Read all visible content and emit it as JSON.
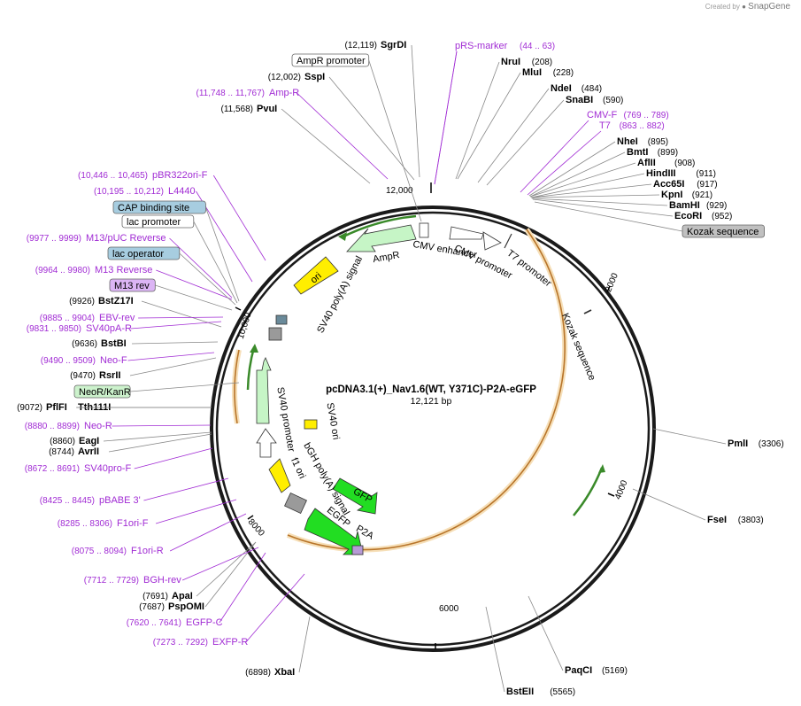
{
  "brand": {
    "created_by": "Created by",
    "name": "SnapGene"
  },
  "plasmid": {
    "name": "pcDNA3.1(+)_Nav1.6(WT, Y371C)-P2A-eGFP",
    "length": "12,121 bp"
  },
  "ticks": [
    "2000",
    "4000",
    "6000",
    "8000",
    "10,000",
    "12,000"
  ],
  "enzymes": [
    {
      "name": "SgrDI",
      "pos": "(12,119)"
    },
    {
      "name": "SspI",
      "pos": "(12,002)"
    },
    {
      "name": "PvuI",
      "pos": "(11,568)"
    },
    {
      "name": "NruI",
      "pos": "(208)"
    },
    {
      "name": "MluI",
      "pos": "(228)"
    },
    {
      "name": "NdeI",
      "pos": "(484)"
    },
    {
      "name": "SnaBI",
      "pos": "(590)"
    },
    {
      "name": "NheI",
      "pos": "(895)"
    },
    {
      "name": "BmtI",
      "pos": "(899)"
    },
    {
      "name": "AflII",
      "pos": "(908)"
    },
    {
      "name": "HindIII",
      "pos": "(911)"
    },
    {
      "name": "Acc65I",
      "pos": "(917)"
    },
    {
      "name": "KpnI",
      "pos": "(921)"
    },
    {
      "name": "BamHI",
      "pos": "(929)"
    },
    {
      "name": "EcoRI",
      "pos": "(952)"
    },
    {
      "name": "PmlI",
      "pos": "(3306)"
    },
    {
      "name": "FseI",
      "pos": "(3803)"
    },
    {
      "name": "PaqCI",
      "pos": "(5169)"
    },
    {
      "name": "BstEII",
      "pos": "(5565)"
    },
    {
      "name": "XbaI",
      "pos": "(6898)"
    },
    {
      "name": "PspOMI",
      "pos": "(7687)"
    },
    {
      "name": "ApaI",
      "pos": "(7691)"
    },
    {
      "name": "AvrII",
      "pos": "(8744)"
    },
    {
      "name": "EagI",
      "pos": "(8860)"
    },
    {
      "name": "PflFI",
      "pos": "(9072)"
    },
    {
      "name": "Tth111I",
      "pos": ""
    },
    {
      "name": "RsrII",
      "pos": "(9470)"
    },
    {
      "name": "BstBI",
      "pos": "(9636)"
    },
    {
      "name": "BstZ17I",
      "pos": "(9926)"
    }
  ],
  "primers": [
    {
      "name": "pRS-marker",
      "pos": "(44 .. 63)"
    },
    {
      "name": "CMV-F",
      "pos": "(769 .. 789)"
    },
    {
      "name": "T7",
      "pos": "(863 .. 882)"
    },
    {
      "name": "Amp-R",
      "pos": "(11,748 .. 11,767)"
    },
    {
      "name": "pBR322ori-F",
      "pos": "(10,446 .. 10,465)"
    },
    {
      "name": "L4440",
      "pos": "(10,195 .. 10,212)"
    },
    {
      "name": "M13/pUC Reverse",
      "pos": "(9977 .. 9999)"
    },
    {
      "name": "M13 Reverse",
      "pos": "(9964 .. 9980)"
    },
    {
      "name": "EBV-rev",
      "pos": "(9885 .. 9904)"
    },
    {
      "name": "SV40pA-R",
      "pos": "(9831 .. 9850)"
    },
    {
      "name": "Neo-F",
      "pos": "(9490 .. 9509)"
    },
    {
      "name": "Neo-R",
      "pos": "(8880 .. 8899)"
    },
    {
      "name": "SV40pro-F",
      "pos": "(8672 .. 8691)"
    },
    {
      "name": "pBABE 3'",
      "pos": "(8425 .. 8445)"
    },
    {
      "name": "F1ori-F",
      "pos": "(8285 .. 8306)"
    },
    {
      "name": "F1ori-R",
      "pos": "(8075 .. 8094)"
    },
    {
      "name": "BGH-rev",
      "pos": "(7712 .. 7729)"
    },
    {
      "name": "EGFP-C",
      "pos": "(7620 .. 7641)"
    },
    {
      "name": "EXFP-R",
      "pos": "(7273 .. 7292)"
    }
  ],
  "boxed_labels": [
    {
      "text": "AmpR promoter"
    },
    {
      "text": "Kozak sequence"
    },
    {
      "text": "CAP binding site"
    },
    {
      "text": "lac promoter"
    },
    {
      "text": "lac operator"
    },
    {
      "text": "M13 rev"
    },
    {
      "text": "NeoR/KanR"
    }
  ],
  "features": [
    {
      "text": "AmpR"
    },
    {
      "text": "CMV enhancer"
    },
    {
      "text": "CMV promoter"
    },
    {
      "text": "T7 promoter"
    },
    {
      "text": "Kozak sequence"
    },
    {
      "text": "ori"
    },
    {
      "text": "SV40 poly(A) signal"
    },
    {
      "text": "SV40 promoter"
    },
    {
      "text": "SV40 ori"
    },
    {
      "text": "bGH poly(A) signal"
    },
    {
      "text": "f1 ori"
    },
    {
      "text": "GFP"
    },
    {
      "text": "EGFP"
    },
    {
      "text": "P2A"
    }
  ],
  "colors": {
    "primer": "#a12cd4",
    "orf": "#e8a64a",
    "green": "#22dd22",
    "yellow": "#ffee00",
    "lightgreen": "#c6f5c6",
    "boxblue": "#a7cde0",
    "boxgray": "#c0c0c0",
    "boxpurple": "#dcb5f5",
    "boxgreen": "#ccf2cc"
  }
}
